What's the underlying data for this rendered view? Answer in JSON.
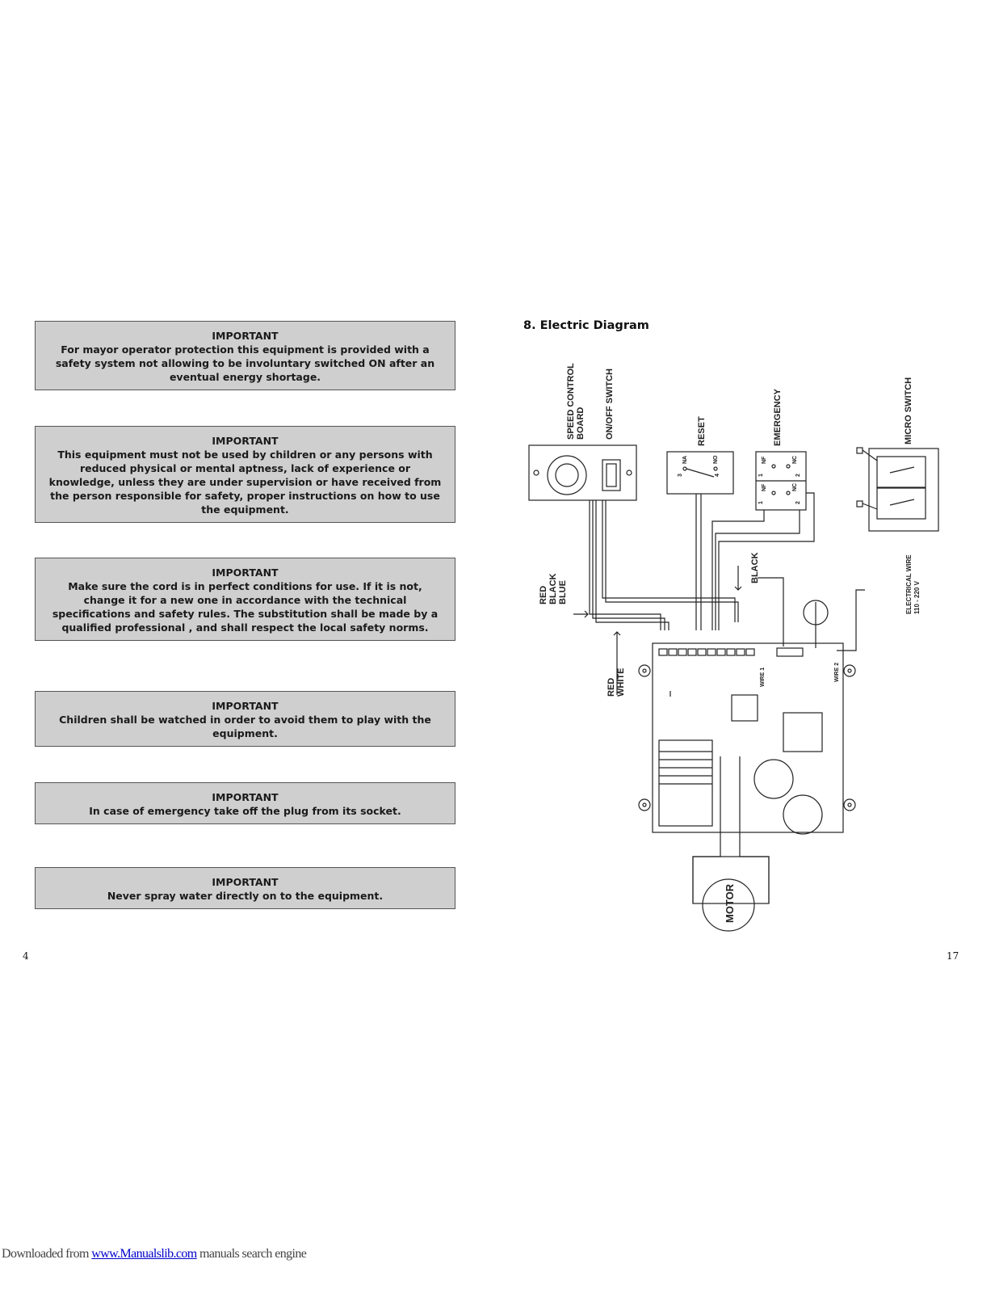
{
  "notices": [
    {
      "head": "IMPORTANT",
      "body": "For mayor operator protection this equipment is provided with a safety system not allowing to be involuntary switched ON after an eventual energy shortage."
    },
    {
      "head": "IMPORTANT",
      "body": "This equipment must not be used by children or any persons with reduced physical or mental aptness, lack of experience or knowledge, unless they are under supervision or have received from the person responsible for safety, proper instructions on how to use the equipment."
    },
    {
      "head": "IMPORTANT",
      "body": "Make sure the cord is in perfect conditions for use. If it is not, change it for a new one in accordance with the technical specifications and safety rules. The substitution shall be made by a qualified professional , and shall respect the local safety norms."
    },
    {
      "head": "IMPORTANT",
      "body": "Children shall be watched in order to avoid them to play with the equipment."
    },
    {
      "head": "IMPORTANT",
      "body": "In case of emergency take off the plug from its socket."
    },
    {
      "head": "IMPORTANT",
      "body": "Never spray water directly on to the equipment."
    }
  ],
  "section_title": "8. Electric Diagram",
  "diagram": {
    "speed_control_line1": "SPEED CONTROL",
    "speed_control_line2": "BOARD",
    "onoff_switch": "ON/OFF SWITCH",
    "reset": "RESET",
    "emergency": "EMERGENCY",
    "micro_switch": "MICRO SWITCH",
    "wire_red": "RED",
    "wire_black": "BLACK",
    "wire_blue": "BLUE",
    "wire_black2": "BLACK",
    "wire_red2": "RED",
    "wire_white": "WHITE",
    "electrical_wire_line1": "ELECTRICAL WIRE",
    "electrical_wire_line2": "110 - 220 V",
    "wire1": "WIRE 1",
    "wire2": "WIRE 2",
    "motor": "MOTOR",
    "na": "NA",
    "no": "NO",
    "nf1": "NF",
    "nc1": "NC",
    "nf2": "NF",
    "nc2": "NC",
    "t3": "3",
    "t4": "4",
    "t1a": "1",
    "t2a": "2",
    "t1b": "1",
    "t2b": "2"
  },
  "page_left": "4",
  "page_right": "17",
  "footer": {
    "prefix": "Downloaded from ",
    "link": "www.Manualslib.com",
    "suffix": " manuals search engine"
  }
}
